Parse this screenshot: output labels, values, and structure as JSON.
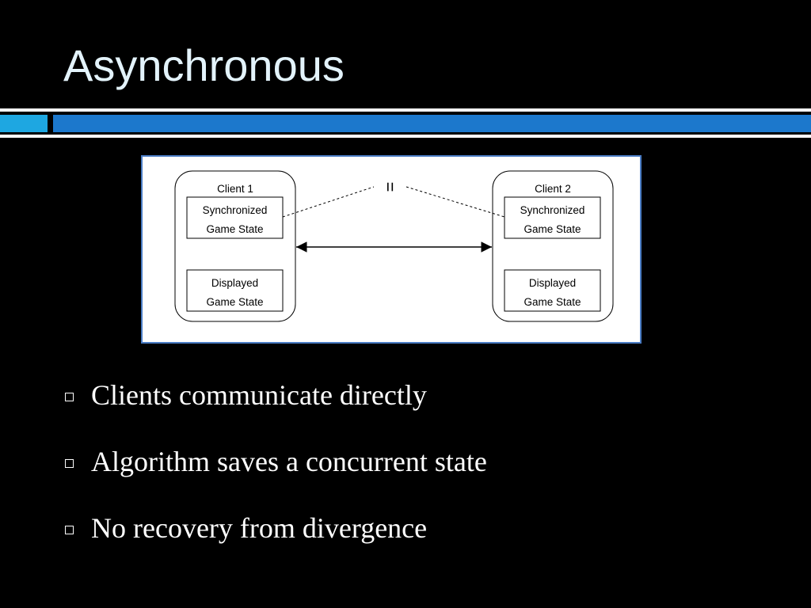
{
  "slide": {
    "title": "Asynchronous",
    "accent_colors": {
      "title_text": "#e3f3fb",
      "band_left": "#1ea7e1",
      "band_right": "#1c78cc"
    }
  },
  "diagram": {
    "equals_sign": "=",
    "client1": {
      "label": "Client 1",
      "sync_line1": "Synchronized",
      "sync_line2": "Game State",
      "disp_line1": "Displayed",
      "disp_line2": "Game State"
    },
    "client2": {
      "label": "Client 2",
      "sync_line1": "Synchronized",
      "sync_line2": "Game State",
      "disp_line1": "Displayed",
      "disp_line2": "Game State"
    }
  },
  "bullets": [
    "Clients communicate directly",
    "Algorithm saves a concurrent state",
    "No recovery from divergence"
  ]
}
